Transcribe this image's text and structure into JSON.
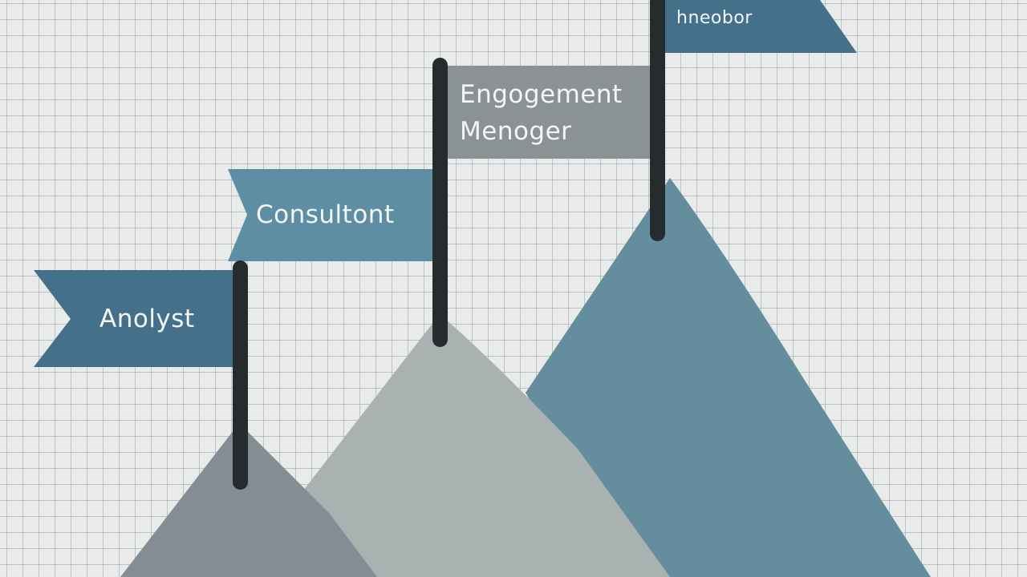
{
  "colors": {
    "background": "#e9ebea",
    "grid": "#96a0a5",
    "pole": "#262b2e",
    "flag_dark_teal": "#44708a",
    "flag_mid_teal": "#5e8ea3",
    "flag_gray": "#8b9296",
    "mountain_slate": "#838d93",
    "mountain_light_gray": "#a9b1b1",
    "mountain_teal": "#648e9e",
    "label_text": "#f4f6f6"
  },
  "flags": [
    {
      "id": "analyst",
      "label": "Anolyst"
    },
    {
      "id": "consultant",
      "label": "Consultont"
    },
    {
      "id": "engagement-manager",
      "label_lines": [
        "Engogement",
        "Menoger"
      ]
    },
    {
      "id": "top",
      "label": "hneobor"
    }
  ]
}
